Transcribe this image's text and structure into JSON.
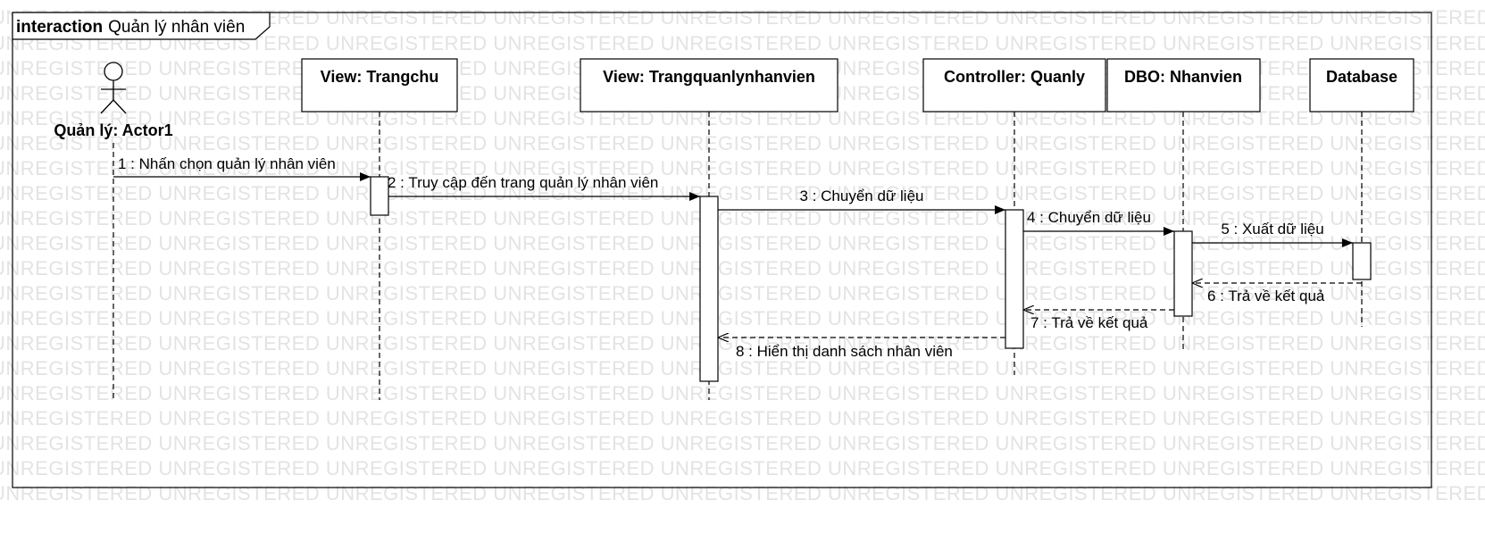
{
  "frame": {
    "keyword": "interaction",
    "name": "Quản lý nhân viên"
  },
  "watermark": "UNREGISTERED UNREGISTERED UNREGISTERED UNREGISTERED UNREGISTERED UNREGISTERED UNREGISTERED UNREGISTERED UNREGISTERED",
  "actor": {
    "label": "Quản lý: Actor1"
  },
  "lifelines": [
    {
      "label": "View: Trangchu"
    },
    {
      "label": "View: Trangquanlynhanvien"
    },
    {
      "label": "Controller: Quanly"
    },
    {
      "label": "DBO: Nhanvien"
    },
    {
      "label": "Database"
    }
  ],
  "messages": [
    {
      "label": "1 : Nhấn chọn quản lý nhân viên",
      "type": "sync"
    },
    {
      "label": "2 : Truy cập đến trang quản lý nhân viên",
      "type": "sync"
    },
    {
      "label": "3 : Chuyển dữ liệu",
      "type": "sync"
    },
    {
      "label": "4 : Chuyển dữ liệu",
      "type": "sync"
    },
    {
      "label": "5 : Xuất dữ liệu",
      "type": "sync"
    },
    {
      "label": "6 : Trả về kết quả",
      "type": "return"
    },
    {
      "label": "7 : Trả về kết quả",
      "type": "return"
    },
    {
      "label": "8 : Hiển thị danh sách nhân viên",
      "type": "return"
    }
  ],
  "colors": {
    "line": "#000000",
    "watermark": "#e3e3e3",
    "background": "#ffffff"
  }
}
